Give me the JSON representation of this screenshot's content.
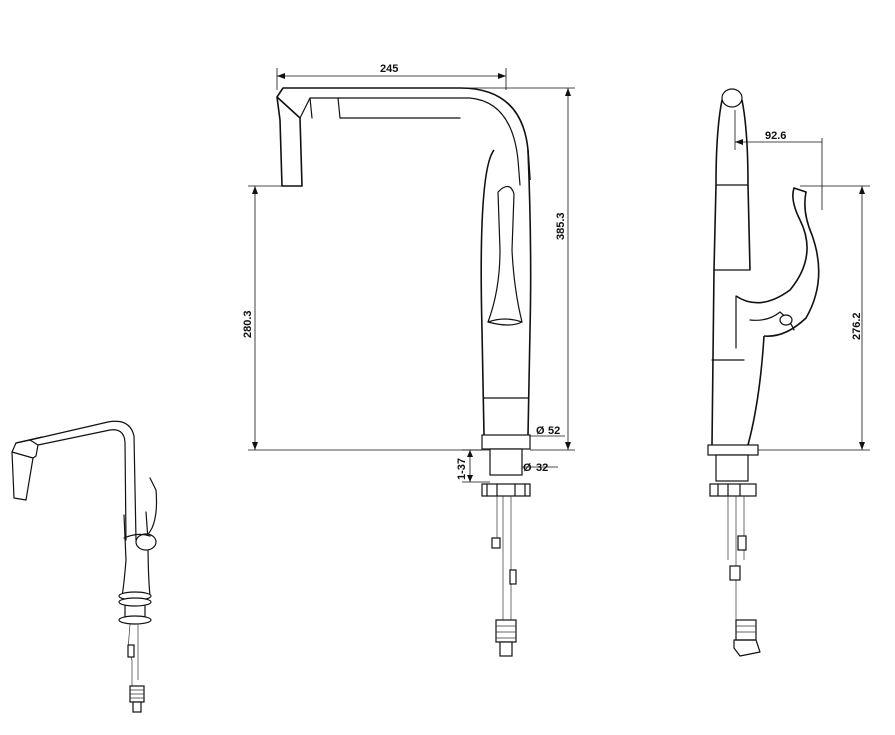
{
  "dimensions": {
    "overall_reach": "245",
    "overall_height": "385.3",
    "spout_height": "280.3",
    "base_diameter": "52",
    "shank_diameter": "32",
    "deck_thickness": "1-37",
    "spray_reach": "92.6",
    "handle_height": "276.2"
  },
  "symbols": {
    "diameter": "Ø"
  }
}
